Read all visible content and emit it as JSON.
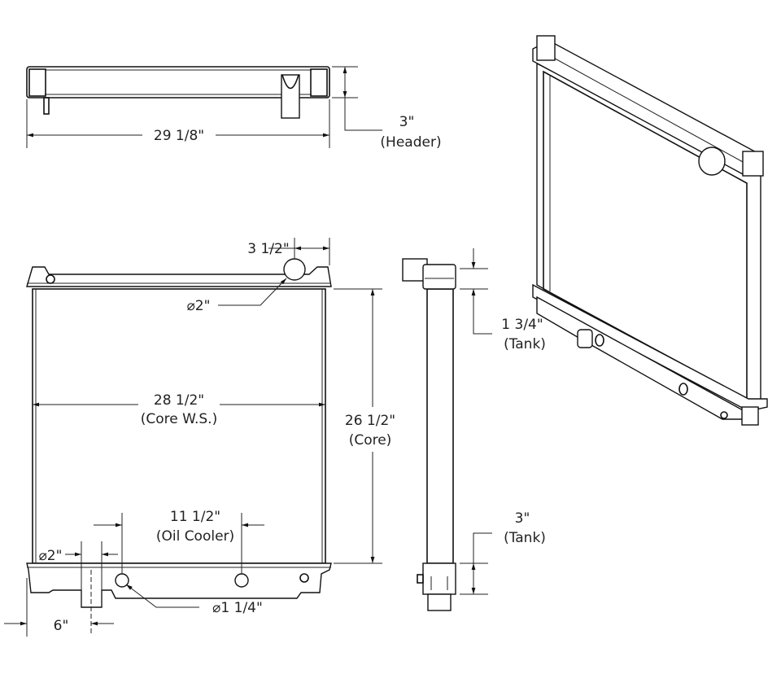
{
  "top_view": {
    "width_dim": "29 1/8\"",
    "header_dim": "3\"",
    "header_label": "(Header)"
  },
  "front_view": {
    "inlet_offset_dim": "3 1/2\"",
    "inlet_dia": "⌀2\"",
    "core_width_dim": "28 1/2\"",
    "core_width_label": "(Core W.S.)",
    "core_height_dim": "26 1/2\"",
    "core_height_label": "(Core)",
    "oil_cooler_dim": "11 1/2\"",
    "oil_cooler_label": "(Oil Cooler)",
    "outlet_dia": "⌀2\"",
    "oil_cooler_dia": "⌀1 1/4\"",
    "outlet_offset_dim": "6\""
  },
  "side_view": {
    "top_tank_dim": "1 3/4\"",
    "top_tank_label": "(Tank)",
    "bottom_tank_dim": "3\"",
    "bottom_tank_label": "(Tank)"
  }
}
